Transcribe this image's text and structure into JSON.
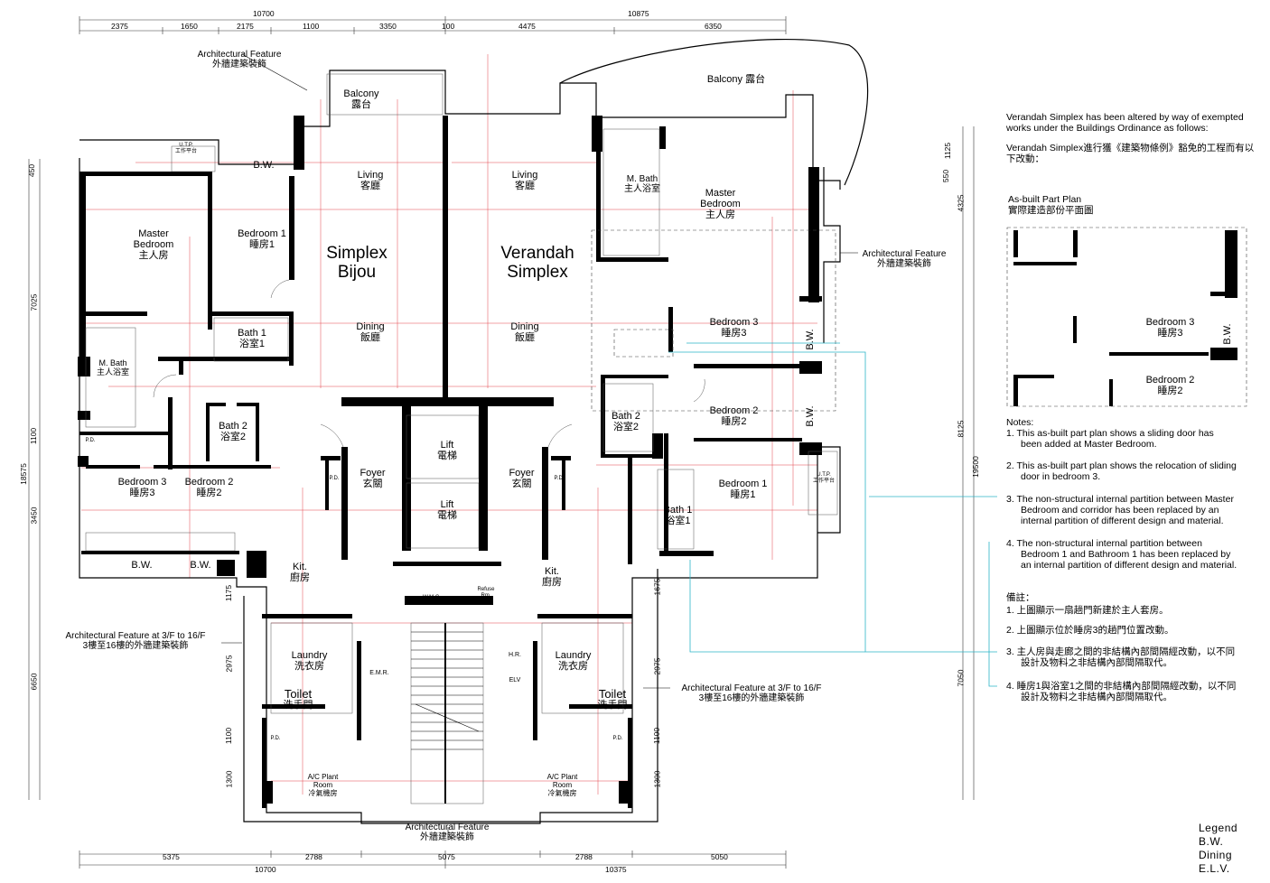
{
  "plan_title": {
    "left": "Simplex\nBijou",
    "right": "Verandah\nSimplex"
  },
  "top_dims": {
    "overall_left": "10700",
    "overall_right": "10875",
    "segments": [
      "2375",
      "1650",
      "2175",
      "1100",
      "3350",
      "100",
      "4475",
      "6350"
    ]
  },
  "bottom_dims": {
    "overall_left": "10700",
    "overall_right": "10375",
    "segments": [
      "5375",
      "2788",
      "5075",
      "2788",
      "5050"
    ]
  },
  "left_dims": [
    "450",
    "7025",
    "1100",
    "3450",
    "18575",
    "1175",
    "6650",
    "2975",
    "1100",
    "1300"
  ],
  "right_dims": [
    "1125",
    "550",
    "4325",
    "8125",
    "19500",
    "1675",
    "7050",
    "2975",
    "1100",
    "1300"
  ],
  "rooms": [
    {
      "id": "master-bedroom-left",
      "en": "Master\nBedroom",
      "zh": "主人房"
    },
    {
      "id": "bedroom1-left",
      "en": "Bedroom 1",
      "zh": "睡房1"
    },
    {
      "id": "living-left",
      "en": "Living",
      "zh": "客廳"
    },
    {
      "id": "dining-left",
      "en": "Dining",
      "zh": "飯廳"
    },
    {
      "id": "bath1-left",
      "en": "Bath 1",
      "zh": "浴室1"
    },
    {
      "id": "mbath-left",
      "en": "M. Bath",
      "zh": "主人浴室"
    },
    {
      "id": "bath2-left",
      "en": "Bath 2",
      "zh": "浴室2"
    },
    {
      "id": "bedroom3-left",
      "en": "Bedroom 3",
      "zh": "睡房3"
    },
    {
      "id": "bedroom2-left",
      "en": "Bedroom 2",
      "zh": "睡房2"
    },
    {
      "id": "balcony-left",
      "en": "Balcony",
      "zh": "露台"
    },
    {
      "id": "foyer-left",
      "en": "Foyer",
      "zh": "玄關"
    },
    {
      "id": "kit-left",
      "en": "Kit.",
      "zh": "廚房"
    },
    {
      "id": "laundry-left",
      "en": "Laundry",
      "zh": "洗衣房"
    },
    {
      "id": "toilet-left",
      "en": "Toilet",
      "zh": "洗手間"
    },
    {
      "id": "acplant-left",
      "en": "A/C Plant\nRoom",
      "zh": "冷氣機房"
    },
    {
      "id": "lift1",
      "en": "Lift",
      "zh": "電梯"
    },
    {
      "id": "lift2",
      "en": "Lift",
      "zh": "電梯"
    },
    {
      "id": "living-right",
      "en": "Living",
      "zh": "客廳"
    },
    {
      "id": "dining-right",
      "en": "Dining",
      "zh": "飯廳"
    },
    {
      "id": "balcony-right",
      "en": "Balcony 露台",
      "zh": ""
    },
    {
      "id": "mbath-right",
      "en": "M. Bath",
      "zh": "主人浴室"
    },
    {
      "id": "master-bedroom-right",
      "en": "Master\nBedroom",
      "zh": "主人房"
    },
    {
      "id": "bedroom3-right",
      "en": "Bedroom 3",
      "zh": "睡房3"
    },
    {
      "id": "bedroom2-right",
      "en": "Bedroom 2",
      "zh": "睡房2"
    },
    {
      "id": "bath2-right",
      "en": "Bath 2",
      "zh": "浴室2"
    },
    {
      "id": "bedroom1-right",
      "en": "Bedroom 1",
      "zh": "睡房1"
    },
    {
      "id": "bath1-right",
      "en": "Bath 1",
      "zh": "浴室1"
    },
    {
      "id": "foyer-right",
      "en": "Foyer",
      "zh": "玄關"
    },
    {
      "id": "kit-right",
      "en": "Kit.",
      "zh": "廚房"
    },
    {
      "id": "laundry-right",
      "en": "Laundry",
      "zh": "洗衣房"
    },
    {
      "id": "toilet-right",
      "en": "Toilet",
      "zh": "洗手間"
    },
    {
      "id": "acplant-right",
      "en": "A/C Plant\nRoom",
      "zh": "冷氣機房"
    }
  ],
  "small_labels": {
    "bw": "B.W.",
    "pd": "P.D.",
    "utp": "U.T.P.",
    "utp_zh": "工作平台",
    "wmc": "W.M.C.",
    "refuse": "Refuse\nRm.",
    "emr": "E.M.R.",
    "hr": "H.R.",
    "elv": "ELV"
  },
  "arch_features": {
    "top": "Architectural Feature\n外牆建築裝飾",
    "right": "Architectural Feature\n外牆建築裝飾",
    "bottom": "Architectural Feature\n外牆建築裝飾",
    "left_lower": "Architectural Feature at 3/F to 16/F\n3樓至16樓的外牆建築裝飾",
    "right_lower": "Architectural Feature at 3/F to 16/F\n3樓至16樓的外牆建築裝飾"
  },
  "intro": {
    "en": "Verandah Simplex has been altered by way of exempted works under the Buildings Ordinance as follows:",
    "zh": "Verandah Simplex進行獲《建築物條例》豁免的工程而有以下改動："
  },
  "asbuilt": {
    "title_en": "As-built Part Plan",
    "title_zh": "實際建造部份平面圖",
    "rooms": [
      {
        "en": "Bedroom 3",
        "zh": "睡房3"
      },
      {
        "en": "Bedroom 2",
        "zh": "睡房2"
      }
    ],
    "bw": "B.W."
  },
  "notes_title": "Notes:",
  "notes": [
    "1.  This as-built part plan shows a sliding door has been added at Master Bedroom.",
    "2.  This as-built part plan shows the relocation of sliding door in bedroom 3.",
    "3.  The non-structural internal partition between Master Bedroom and corridor has been replaced by an internal partition of different design and material.",
    "4.  The non-structural internal partition between Bedroom 1 and Bathroom 1 has been replaced by an internal partition of different design and material."
  ],
  "notes_zh_title": "備註：",
  "notes_zh": [
    "1.  上圖顯示一扇趟門新建於主人套房。",
    "2.  上圖顯示位於睡房3的趟門位置改動。",
    "3.  主人房與走廊之間的非結構內部間隔經改動，以不同設計及物料之非結構內部間隔取代。",
    "4.  睡房1與浴室1之間的非結構內部間隔經改動，以不同設計及物料之非結構內部間隔取代。"
  ],
  "legend": [
    "Legend",
    "B.W.",
    "Dining",
    "E.L.V."
  ],
  "colors": {
    "wall": "#000000",
    "dim_red": "#e0202a",
    "leader_cyan": "#2bb5c8",
    "thin": "#555555"
  }
}
